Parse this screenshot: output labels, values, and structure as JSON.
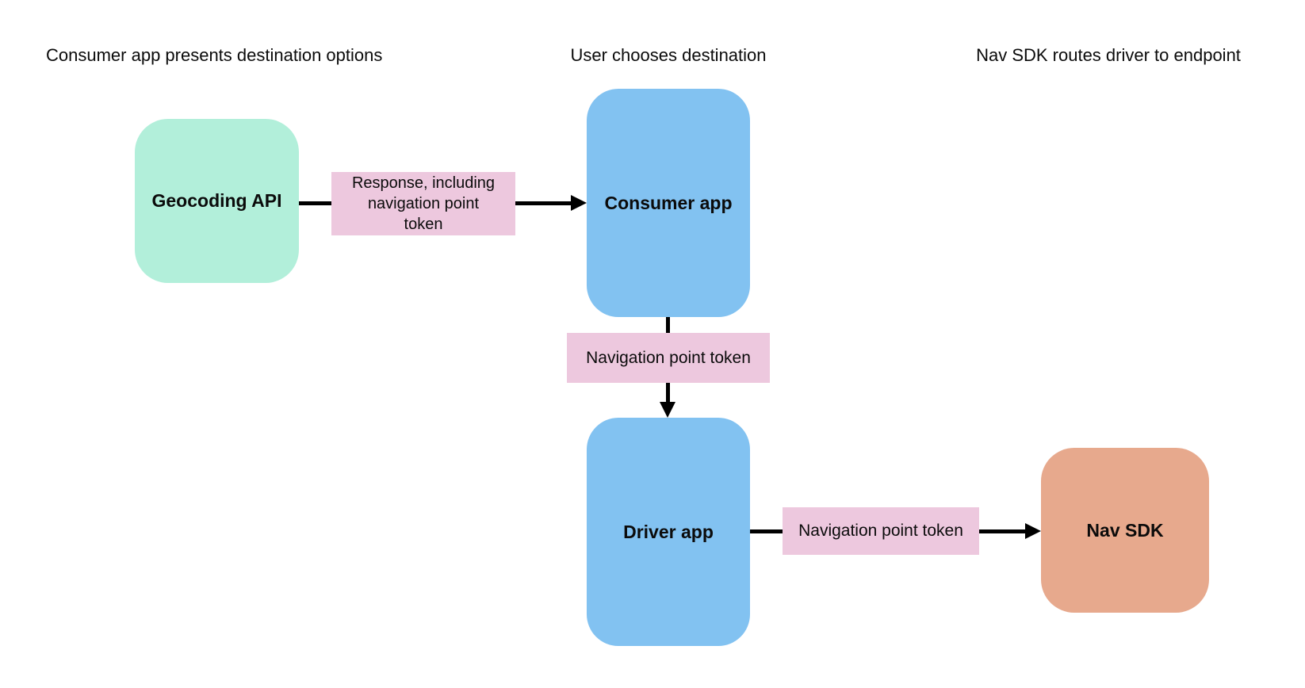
{
  "phase_headers": [
    "Consumer app presents destination options",
    "User chooses destination",
    "Nav SDK routes driver to endpoint"
  ],
  "nodes": [
    {
      "id": "geocoding-api",
      "label": "Geocoding API",
      "fill": "#b2efda"
    },
    {
      "id": "consumer-app",
      "label": "Consumer app",
      "fill": "#82c2f1"
    },
    {
      "id": "driver-app",
      "label": "Driver app",
      "fill": "#82c2f1"
    },
    {
      "id": "nav-sdk",
      "label": "Nav SDK",
      "fill": "#e7a98d"
    }
  ],
  "edges": [
    {
      "from": "geocoding-api",
      "to": "consumer-app",
      "label": "Response, including navigation point token"
    },
    {
      "from": "consumer-app",
      "to": "driver-app",
      "label": "Navigation point token"
    },
    {
      "from": "driver-app",
      "to": "nav-sdk",
      "label": "Navigation point token"
    }
  ],
  "colors": {
    "background": "#ffffff",
    "edge_label_bg": "#edc8de",
    "arrow": "#000000",
    "text": "#0b0b0b"
  }
}
